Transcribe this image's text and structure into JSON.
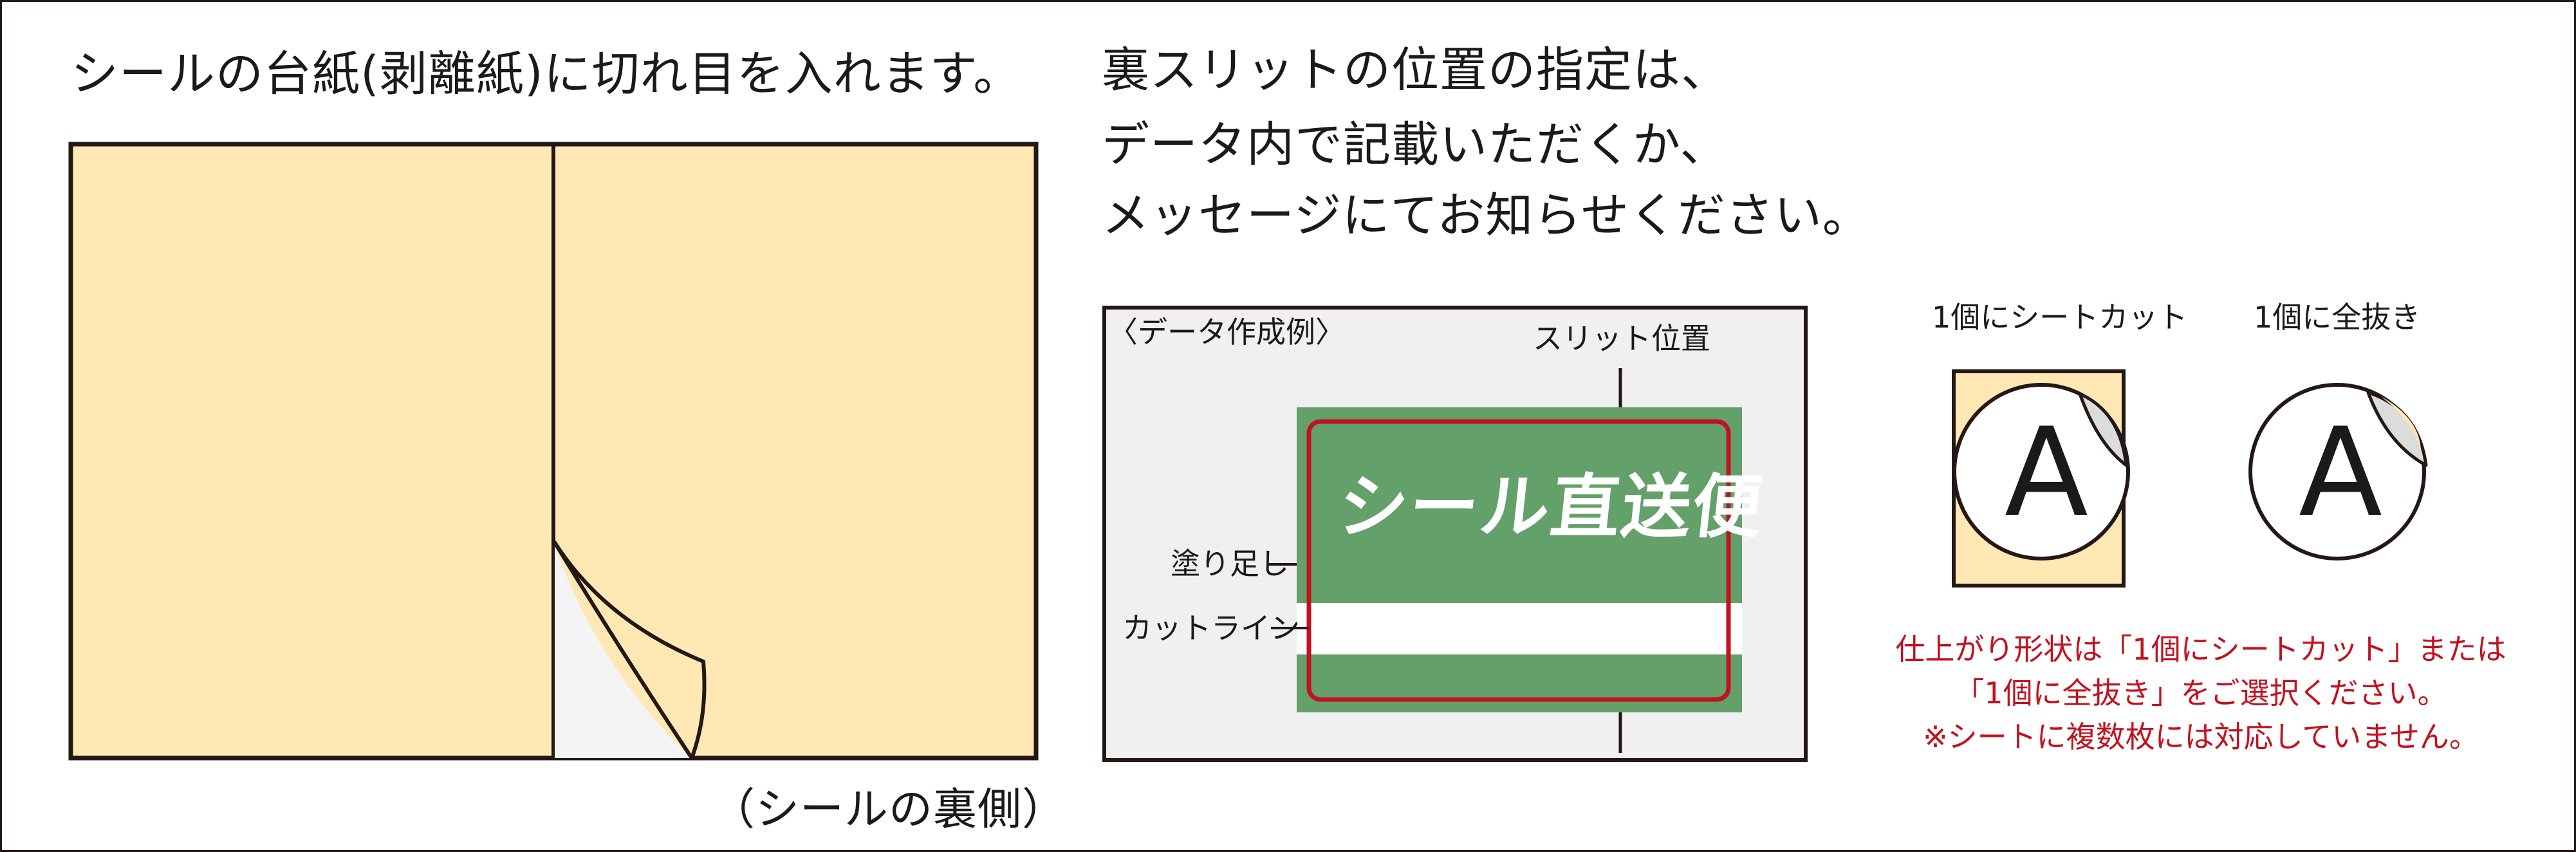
{
  "left": {
    "heading": "シールの台紙(剥離紙)に切れ目を入れます。",
    "caption": "（シールの裏側）"
  },
  "middle": {
    "heading_lines": [
      "裏スリットの位置の指定は、",
      "データ内で記載いただくか、",
      "メッセージにてお知らせください。"
    ],
    "example": {
      "title": "〈データ作成例〉",
      "slit_label": "スリット位置",
      "bleed_label": "塗り足し",
      "cut_label": "カットライン",
      "sticker_text": "シール直送便"
    }
  },
  "right": {
    "option1_label": "1個にシートカット",
    "option2_label": "1個に全抜き",
    "glyph1": "A",
    "glyph2": "A",
    "notes": [
      "仕上がり形状は「1個にシートカット」または",
      "「1個に全抜き」をご選択ください。",
      "※シートに複数枚には対応していません。"
    ]
  },
  "colors": {
    "paper": "#ffe8b3",
    "outline": "#231815",
    "green": "#64a06a",
    "cut_line": "#c1121f",
    "panel": "#f0f0f0",
    "peel": "#f4f4f4",
    "note_red": "#c1121f"
  }
}
